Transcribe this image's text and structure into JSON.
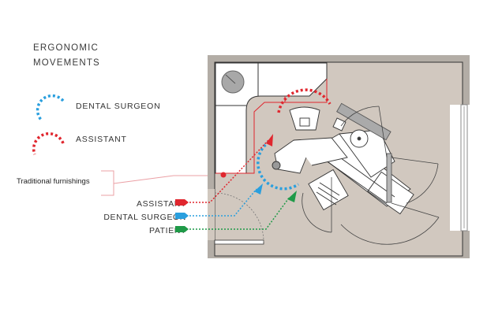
{
  "title_line1": "ERGONOMIC",
  "title_line2": "MOVEMENTS",
  "legend": {
    "items": [
      {
        "label": "DENTAL SURGEON",
        "color": "#2a9fde"
      },
      {
        "label": "ASSISTANT",
        "color": "#e0262e"
      }
    ]
  },
  "furnishings_label": "Traditional furnishings",
  "paths": [
    {
      "label": "ASSISTANT",
      "color": "#e0262e"
    },
    {
      "label": "DENTAL SURGEON",
      "color": "#2a9fde"
    },
    {
      "label": "PATIENT",
      "color": "#1f9a48"
    }
  ],
  "colors": {
    "floor": "#d1c8bf",
    "wall": "#b3ada6",
    "furnishing_line": "#e0262e"
  }
}
